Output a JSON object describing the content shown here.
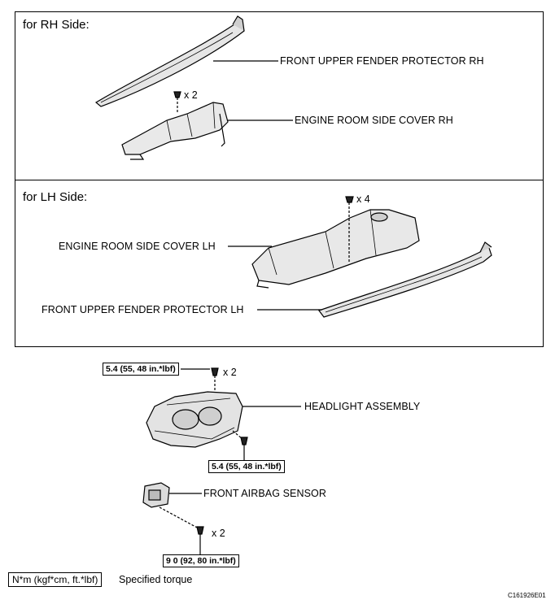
{
  "rh_panel": {
    "title": "for RH Side:",
    "parts": {
      "fender_protector": "FRONT UPPER FENDER PROTECTOR RH",
      "side_cover": "ENGINE ROOM SIDE COVER RH"
    },
    "clip_qty": "x 2"
  },
  "lh_panel": {
    "title": "for LH Side:",
    "parts": {
      "side_cover": "ENGINE ROOM SIDE COVER LH",
      "fender_protector": "FRONT UPPER FENDER PROTECTOR LH"
    },
    "clip_qty": "x 4"
  },
  "lower": {
    "headlight": "HEADLIGHT ASSEMBLY",
    "airbag_sensor": "FRONT AIRBAG SENSOR",
    "top_bolt_qty": "x 2",
    "sensor_bolt_qty": "x 2",
    "torque_top": "5.4 (55, 48 in.*lbf)",
    "torque_lower": "5.4 (55, 48 in.*lbf)",
    "torque_sensor": "9 0 (92, 80 in.*lbf)"
  },
  "legend": {
    "unit_box": "N*m (kgf*cm, ft.*lbf)",
    "description": "Specified torque"
  },
  "figure_code": "C161926E01"
}
